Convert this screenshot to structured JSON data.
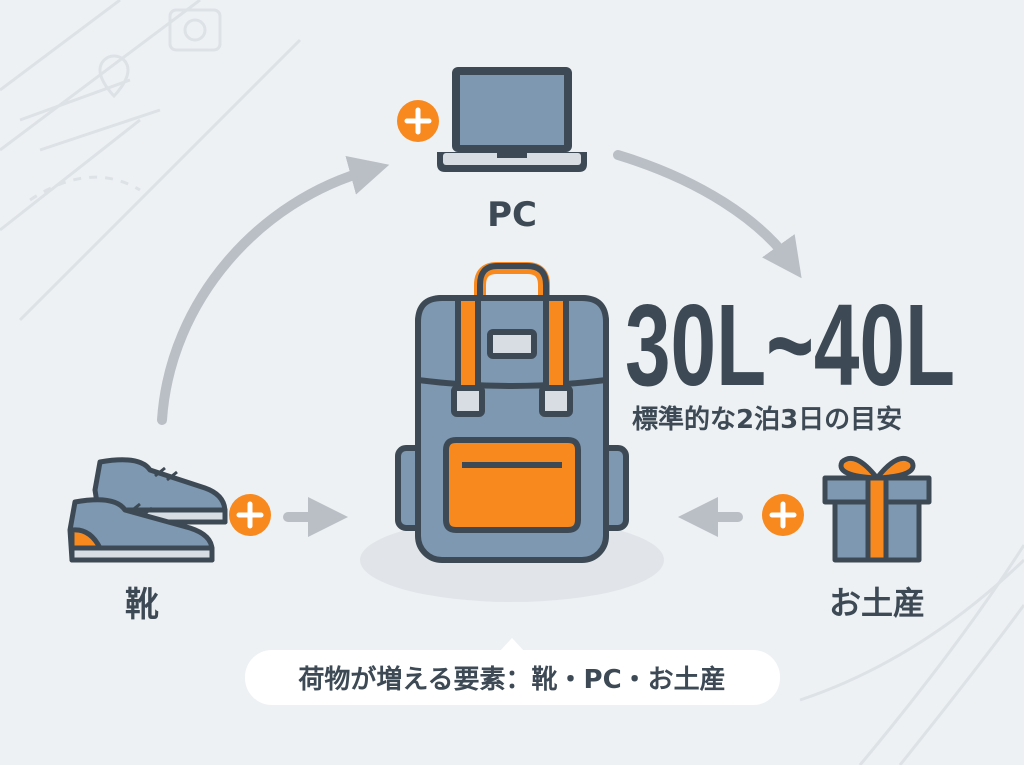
{
  "labels": {
    "pc": "PC",
    "shoes": "靴",
    "souvenir": "お土産"
  },
  "capacity": {
    "range": "30L~40L",
    "caption": "標準的な2泊3日の目安"
  },
  "footer": {
    "text": "荷物が増える要素：靴・PC・お土産"
  },
  "icons": [
    "laptop-icon",
    "backpack-icon",
    "shoes-icon",
    "gift-icon",
    "plus-icon",
    "arrow-icon"
  ],
  "colors": {
    "background": "#eef1f4",
    "dark": "#3d4a55",
    "blue_grey": "#7d98b0",
    "orange": "#f7891f",
    "arrow": "#b9bfc5"
  }
}
